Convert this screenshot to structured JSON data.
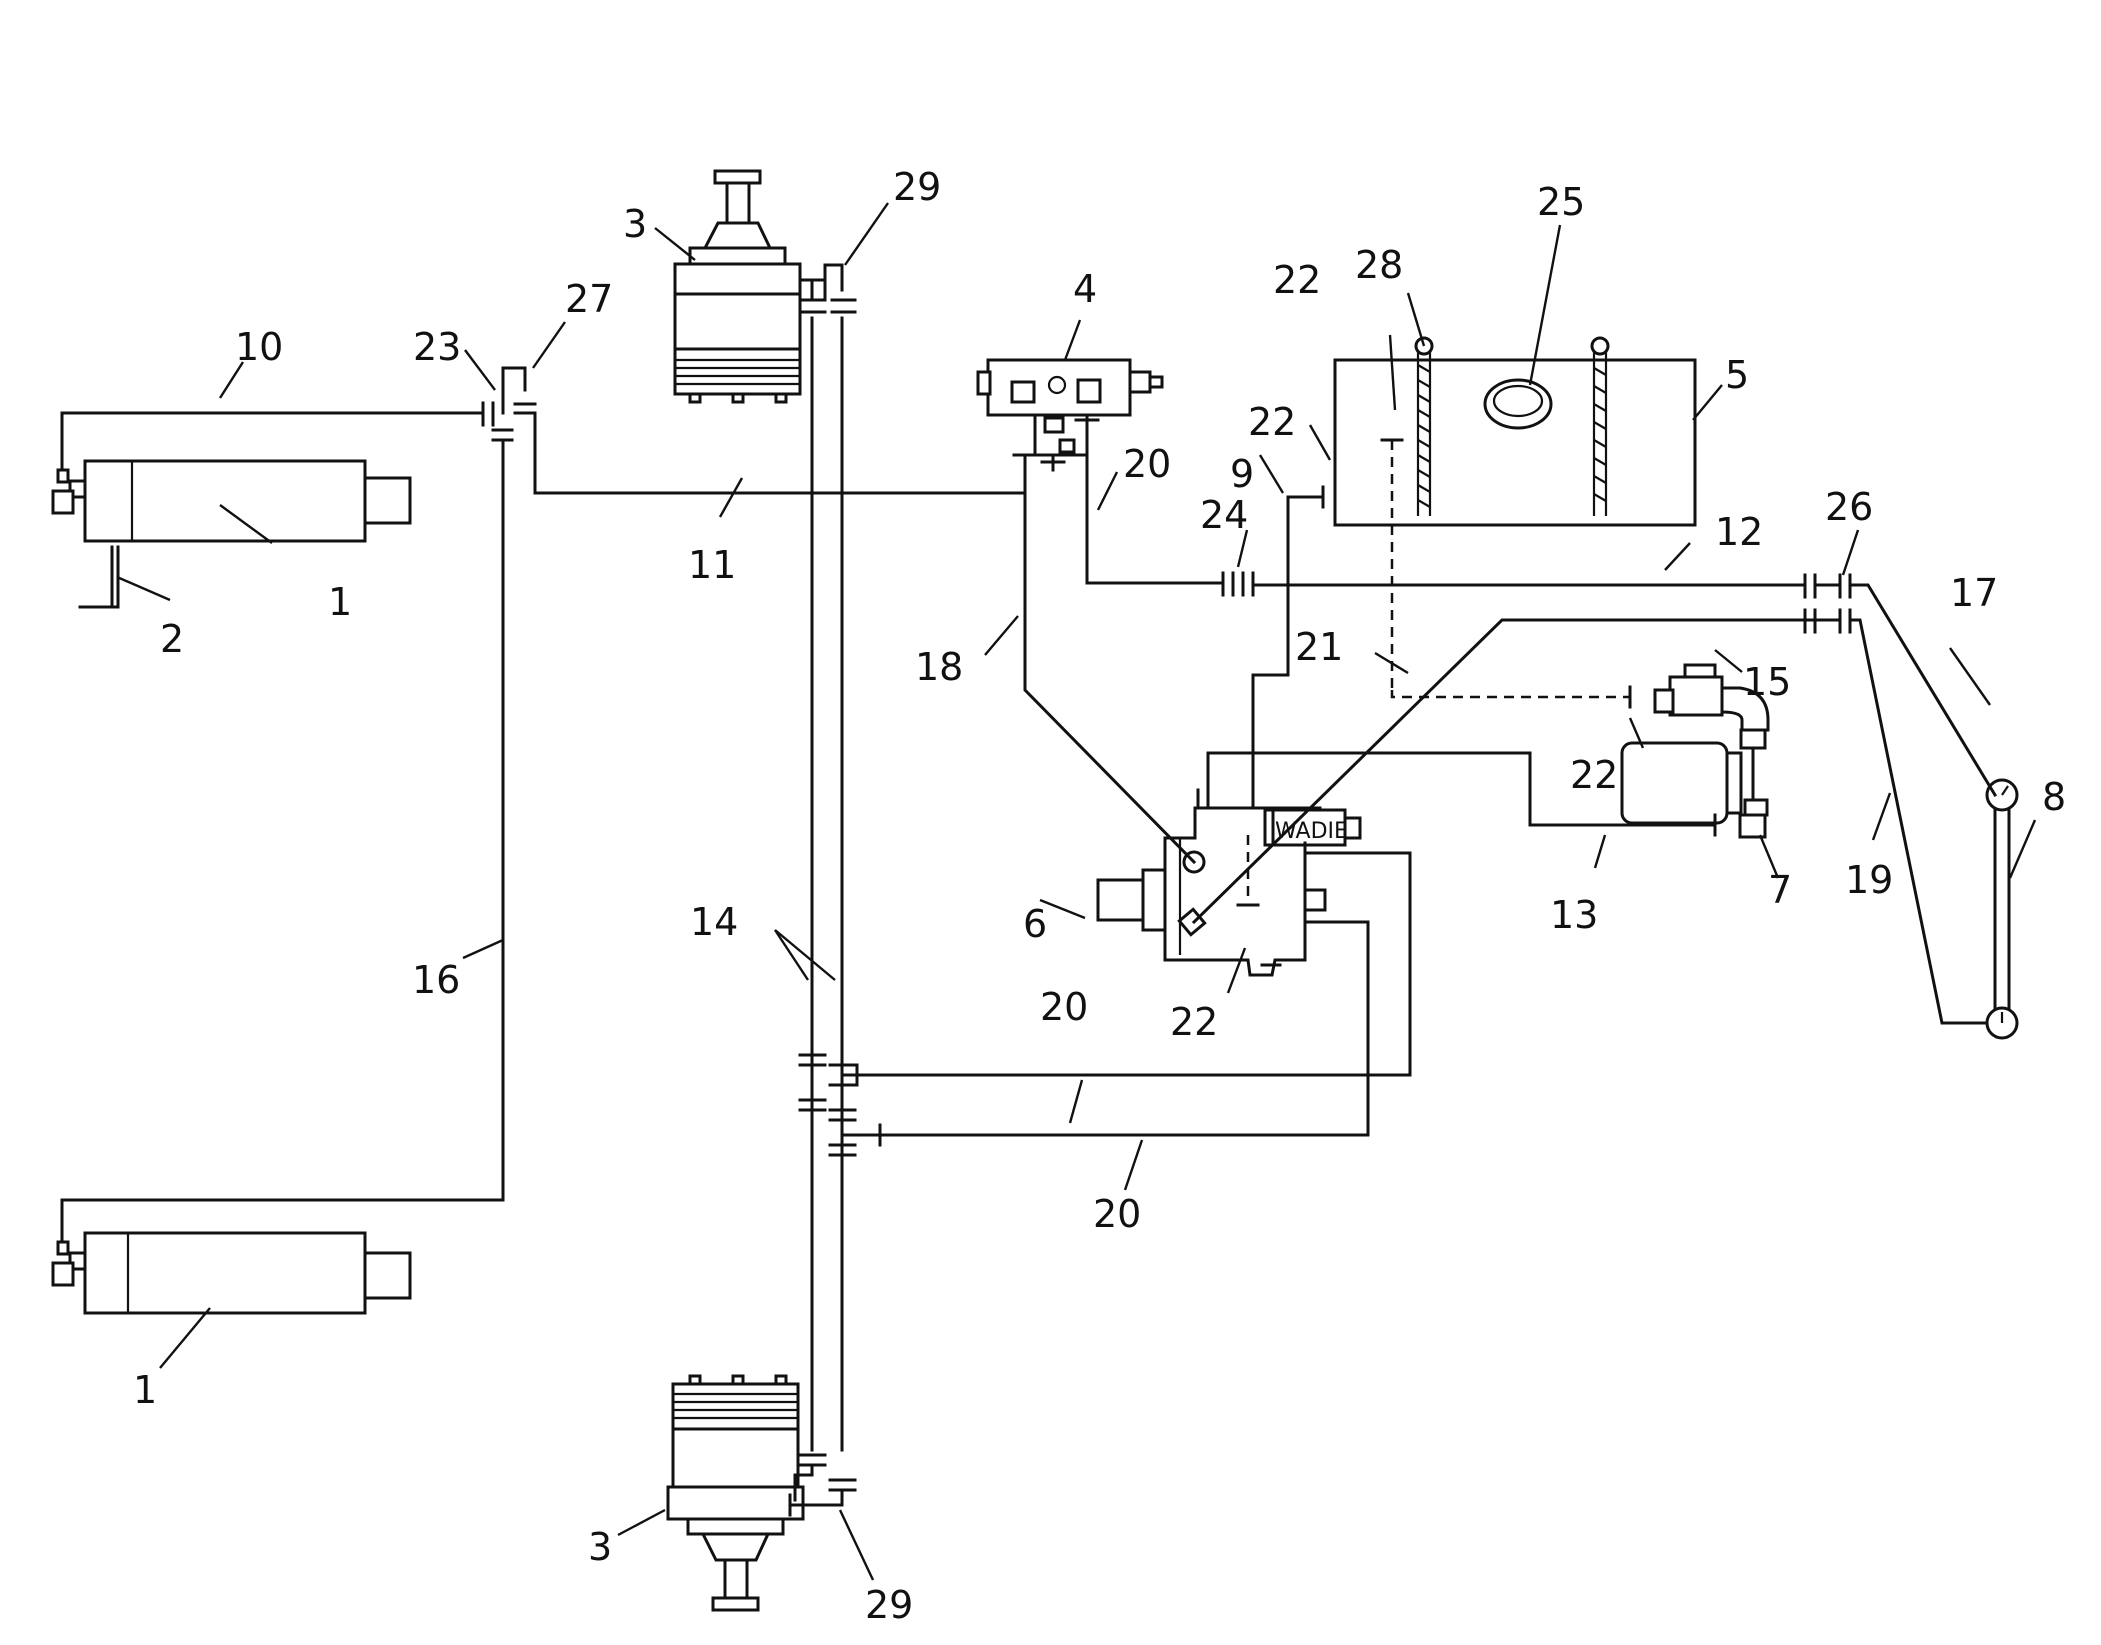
{
  "callouts": {
    "c1a": "1",
    "c1b": "1",
    "c2": "2",
    "c3a": "3",
    "c3b": "3",
    "c4": "4",
    "c5": "5",
    "c6": "6",
    "c7": "7",
    "c8": "8",
    "c9": "9",
    "c10": "10",
    "c11": "11",
    "c12": "12",
    "c13": "13",
    "c14": "14",
    "c15": "15",
    "c16": "16",
    "c17": "17",
    "c18": "18",
    "c19": "19",
    "c20a": "20",
    "c20b": "20",
    "c20c": "20",
    "c21": "21",
    "c22a": "22",
    "c22b": "22",
    "c22c": "22",
    "c22d": "22",
    "c23": "23",
    "c24": "24",
    "c25": "25",
    "c26": "26",
    "c27": "27",
    "c28": "28",
    "c29a": "29",
    "c29b": "29"
  },
  "decal": "WADIE"
}
